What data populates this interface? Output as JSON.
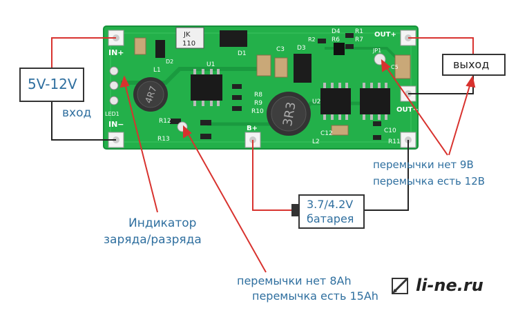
{
  "labels": {
    "input_voltage": "5V-12V",
    "input_label": "вход",
    "output_label": "выход",
    "battery_voltage": "3.7/4.2V",
    "battery_label": "батарея",
    "jumper_out_no": "перемычки нет 9В",
    "jumper_out_yes": "перемычка есть 12В",
    "indicator_line1": "Индикатор",
    "indicator_line2": "заряда/разряда",
    "jumper_cap_no": "перемычки нет 8Ah",
    "jumper_cap_yes": "перемычка есть 15Ah",
    "watermark": "li-ne.ru"
  },
  "board": {
    "pad_in_plus": "IN+",
    "pad_in_minus": "IN−",
    "pad_out_plus": "OUT+",
    "pad_out_minus": "OUT−",
    "pad_b_plus": "B+",
    "pad_led": "LED1",
    "chip_jk_top": "JK",
    "chip_jk_bottom": "110",
    "inductor_l1": "4R7",
    "inductor_l2": "3R3",
    "ref_d1": "D1",
    "ref_d2": "D2",
    "ref_d3": "D3",
    "ref_d4": "D4",
    "ref_l1": "L1",
    "ref_l2": "L2",
    "ref_u1": "U1",
    "ref_u2": "U2",
    "ref_r1": "R1",
    "ref_r2": "R2",
    "ref_r6": "R6",
    "ref_r7": "R7",
    "ref_r8": "R8",
    "ref_r9": "R9",
    "ref_r10": "R10",
    "ref_r11": "R11",
    "ref_r12": "R12",
    "ref_r13": "R13",
    "ref_c3": "C3",
    "ref_c5": "C5",
    "ref_c10": "C10",
    "ref_c12": "C12",
    "ref_jp1": "JP1"
  },
  "colors": {
    "pcb": "#23b04a",
    "pcb_dark": "#16913a",
    "wire_red": "#d8322e",
    "wire_black": "#222222",
    "label_blue": "#2f6f9f",
    "inductor": "#3a3a3a"
  }
}
